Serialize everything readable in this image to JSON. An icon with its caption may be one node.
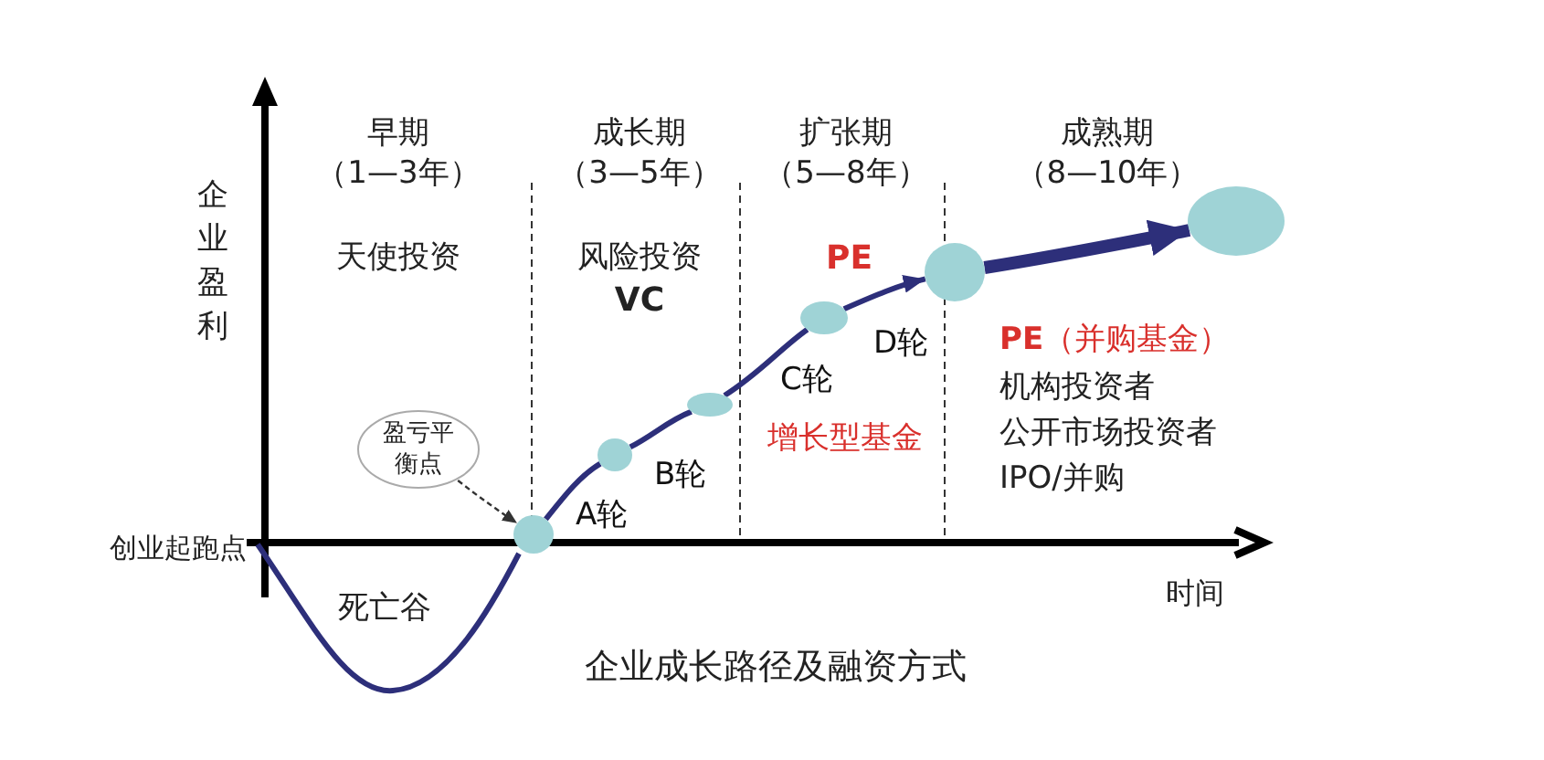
{
  "diagram": {
    "caption": "企业成长路径及融资方式",
    "nodes": [
      {
        "text": [
          "盈亏平衡点"
        ]
      },
      {
        "text": [],
        "shape": "circle"
      },
      {
        "text": [],
        "shape": "circle",
        "beside": [
          "A轮"
        ]
      },
      {
        "text": [],
        "shape": "circle",
        "beside": [
          "B轮"
        ]
      },
      {
        "text": [],
        "shape": "circle",
        "beside": [
          "C轮"
        ]
      },
      {
        "text": [],
        "shape": "circle",
        "beside": [
          "D轮"
        ]
      },
      {
        "text": [],
        "shape": "circle"
      }
    ],
    "edges": [
      {
        "from": 0,
        "to": 1,
        "arrow": "to",
        "style": "dashed",
        "color": "#333333"
      },
      {
        "from": 1,
        "to": 2,
        "arrow": "none"
      },
      {
        "from": 2,
        "to": 3,
        "arrow": "none"
      },
      {
        "from": 3,
        "to": 4,
        "arrow": "none"
      },
      {
        "from": 4,
        "to": 5,
        "arrow": "to"
      },
      {
        "from": 5,
        "to": 6,
        "arrow": "to",
        "style": "thick"
      }
    ],
    "labels": [
      "企业盈利",
      "早期",
      "（1—3年）",
      "成长期",
      "（3—5年）",
      "扩张期",
      "（5—8年）",
      "成熟期",
      "（8—10年）",
      "天使投资",
      "风险投资",
      "VC",
      "PE",
      "增长型基金",
      "**PE**（并购基金）",
      "机构投资者",
      "公开市场投资者",
      "IPO/并购",
      "创业起跑点",
      "死亡谷",
      "时间"
    ]
  }
}
